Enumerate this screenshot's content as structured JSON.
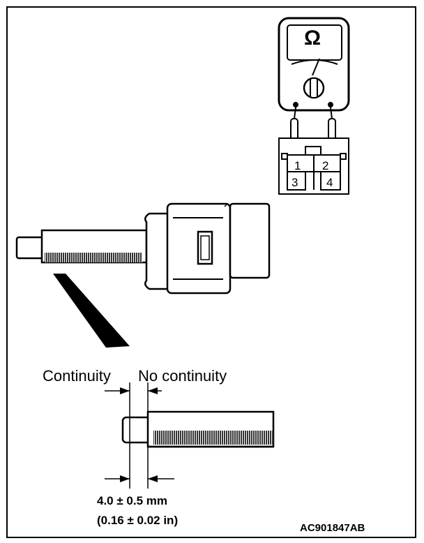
{
  "meter": {
    "symbol": "Ω"
  },
  "connector": {
    "pins": [
      "1",
      "2",
      "3",
      "4"
    ]
  },
  "labels": {
    "continuity": "Continuity",
    "no_continuity": "No continuity",
    "dimension_mm": "4.0 ± 0.5 mm",
    "dimension_in": "(0.16 ± 0.02 in)",
    "figure_code": "AC901847AB"
  }
}
